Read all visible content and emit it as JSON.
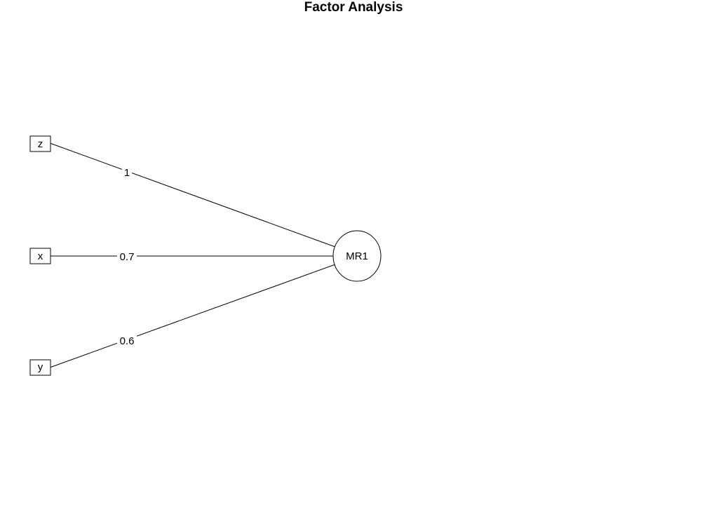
{
  "title": "Factor Analysis",
  "factor": {
    "label": "MR1"
  },
  "variables": [
    {
      "id": "z",
      "label": "z",
      "loading": "1"
    },
    {
      "id": "x",
      "label": "x",
      "loading": "0.7"
    },
    {
      "id": "y",
      "label": "y",
      "loading": "0.6"
    }
  ],
  "colors": {
    "stroke": "#000000",
    "background": "#ffffff"
  }
}
